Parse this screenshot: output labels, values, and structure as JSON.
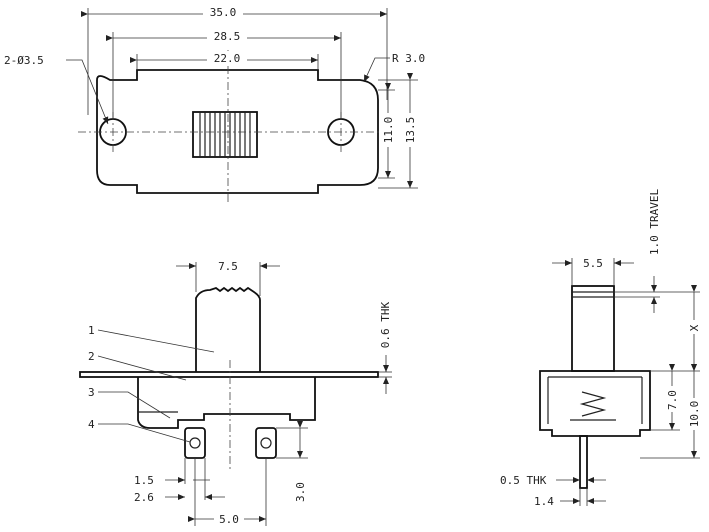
{
  "top_view": {
    "dim_overall": "35.0",
    "dim_mount": "28.5",
    "dim_body": "22.0",
    "dim_holes": "2-Ø3.5",
    "dim_radius": "R 3.0",
    "dim_height_inner": "11.0",
    "dim_height_outer": "13.5"
  },
  "front_view": {
    "dim_actuator": "7.5",
    "dim_thk": "0.6 THK",
    "callouts": [
      "1",
      "2",
      "3",
      "4"
    ],
    "dim_terminal_1": "1.5",
    "dim_terminal_2": "2.6",
    "dim_pitch": "5.0",
    "dim_terminal_len": "3.0"
  },
  "side_view": {
    "dim_actuator_width": "5.5",
    "dim_travel": "1.0 TRAVEL",
    "dim_x": "X",
    "dim_body_height": "7.0",
    "dim_total_height": "10.0",
    "dim_pin_thk": "0.5 THK",
    "dim_pin_width": "1.4"
  }
}
